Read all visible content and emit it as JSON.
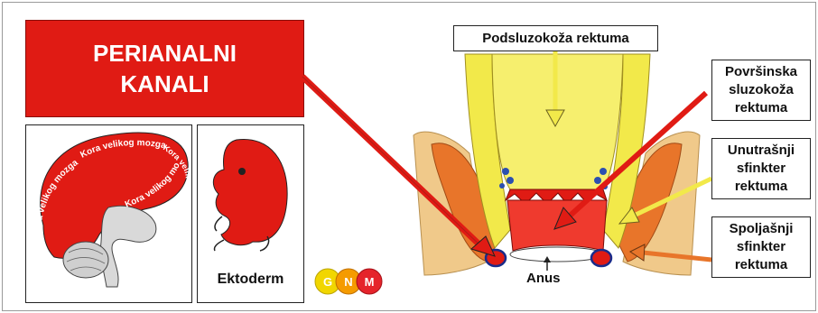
{
  "title": {
    "line1": "PERIANALNI",
    "line2": "KANALI"
  },
  "brain_text": [
    "Kora velikog mozga",
    "Kora velikog mozga",
    "Kora velikog mozga",
    "Kora velikog mozga"
  ],
  "ektoderm_label": "Ektoderm",
  "logo": {
    "letters": [
      "G",
      "N",
      "M"
    ],
    "colors": [
      "#f1d600",
      "#f59b00",
      "#e5242b"
    ]
  },
  "labels": {
    "top": "Podsluzokoža rektuma",
    "surface": [
      "Površinska",
      "sluzokoža",
      "rektuma"
    ],
    "inner": [
      "Unutrašnji",
      "sfinkter",
      "rektuma"
    ],
    "outer": [
      "Spoljašnji",
      "sfinkter",
      "rektuma"
    ],
    "anus": "Anus"
  },
  "colors": {
    "red": "#e01b14",
    "yellow": "#f2e94a",
    "orange": "#e8752a",
    "fat": "#f0c98a"
  }
}
